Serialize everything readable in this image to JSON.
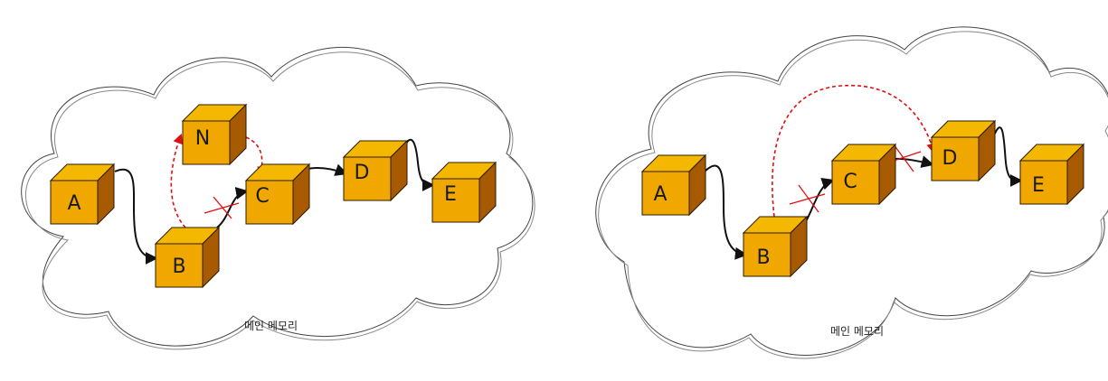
{
  "colors": {
    "box_top": "#F5B800",
    "box_left": "#A85A00",
    "box_front": "#F0A800",
    "box_stroke": "#2a1a00",
    "link": "#111111",
    "new_link": "#e01010",
    "cloud_stroke": "#444444"
  },
  "diagrams": [
    {
      "caption": "메인 메모리",
      "nodes": [
        {
          "id": "A",
          "label": "A"
        },
        {
          "id": "B",
          "label": "B"
        },
        {
          "id": "N",
          "label": "N"
        },
        {
          "id": "C",
          "label": "C"
        },
        {
          "id": "D",
          "label": "D"
        },
        {
          "id": "E",
          "label": "E"
        }
      ]
    },
    {
      "caption": "메인 메모리",
      "nodes": [
        {
          "id": "A",
          "label": "A"
        },
        {
          "id": "B",
          "label": "B"
        },
        {
          "id": "C",
          "label": "C"
        },
        {
          "id": "D",
          "label": "D"
        },
        {
          "id": "E",
          "label": "E"
        }
      ]
    }
  ]
}
